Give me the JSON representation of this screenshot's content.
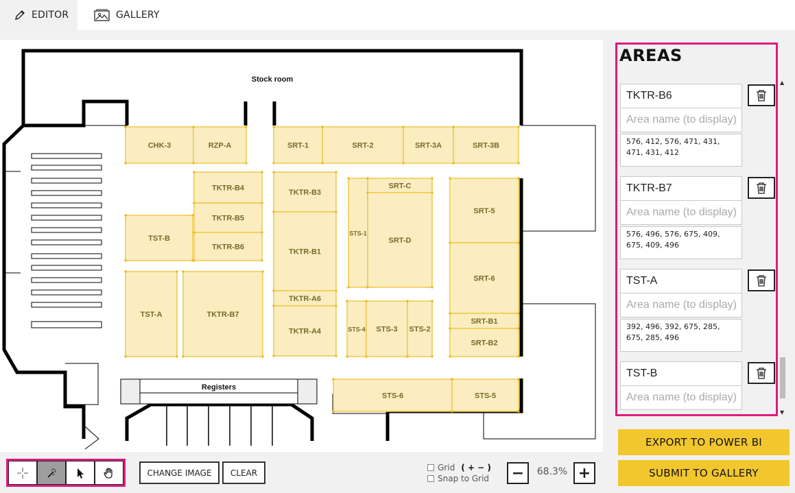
{
  "tabs": [
    {
      "label": "EDITOR",
      "icon": "pencil-icon",
      "active": true
    },
    {
      "label": "GALLERY",
      "icon": "gallery-icon",
      "active": false
    }
  ],
  "floorplan": {
    "labels": {
      "stock_room": "Stock room",
      "registers": "Registers"
    },
    "areas": [
      {
        "name": "CHK-3"
      },
      {
        "name": "RZP-A"
      },
      {
        "name": "SRT-1"
      },
      {
        "name": "SRT-2"
      },
      {
        "name": "SRT-3A"
      },
      {
        "name": "SRT-3B"
      },
      {
        "name": "TKTR-B4"
      },
      {
        "name": "TKTR-B5"
      },
      {
        "name": "TKTR-B6"
      },
      {
        "name": "TST-B"
      },
      {
        "name": "TKTR-B3"
      },
      {
        "name": "TKTR-B1"
      },
      {
        "name": "TKTR-A6"
      },
      {
        "name": "TKTR-A4"
      },
      {
        "name": "TST-A"
      },
      {
        "name": "TKTR-B7"
      },
      {
        "name": "STS-1"
      },
      {
        "name": "SRT-C"
      },
      {
        "name": "SRT-D"
      },
      {
        "name": "SRT-5"
      },
      {
        "name": "SRT-6"
      },
      {
        "name": "SRT-B1"
      },
      {
        "name": "SRT-B2"
      },
      {
        "name": "STS-4"
      },
      {
        "name": "STS-3"
      },
      {
        "name": "STS-2"
      },
      {
        "name": "STS-6"
      },
      {
        "name": "STS-5"
      }
    ]
  },
  "areas_panel": {
    "title": "AREAS",
    "display_placeholder": "Area name (to display)",
    "items": [
      {
        "name": "TKTR-B6",
        "display": "",
        "coords": "576, 412, 576, 471, 431, 471, 431, 412"
      },
      {
        "name": "TKTR-B7",
        "display": "",
        "coords": "576, 496, 576, 675, 409, 675, 409, 496"
      },
      {
        "name": "TST-A",
        "display": "",
        "coords": "392, 496, 392, 675, 285, 675, 285, 496"
      },
      {
        "name": "TST-B",
        "display": "",
        "coords": ""
      }
    ]
  },
  "actions": {
    "export_label": "EXPORT TO POWER BI",
    "submit_label": "SUBMIT TO GALLERY"
  },
  "toolbar": {
    "tools": [
      "crosshair-icon",
      "magic-wand-icon",
      "pointer-icon",
      "hand-icon"
    ],
    "active_tool": 1,
    "change_image_label": "CHANGE IMAGE",
    "clear_label": "CLEAR",
    "grid_label": "Grid",
    "snap_label": "Snap to Grid",
    "zoom_level": "68.3%"
  },
  "colors": {
    "accent": "#e0197f",
    "button_yellow": "#f2c72e",
    "area_fill": "#fbedc0",
    "area_border": "#f0c94a",
    "area_text": "#7a6a2a"
  }
}
